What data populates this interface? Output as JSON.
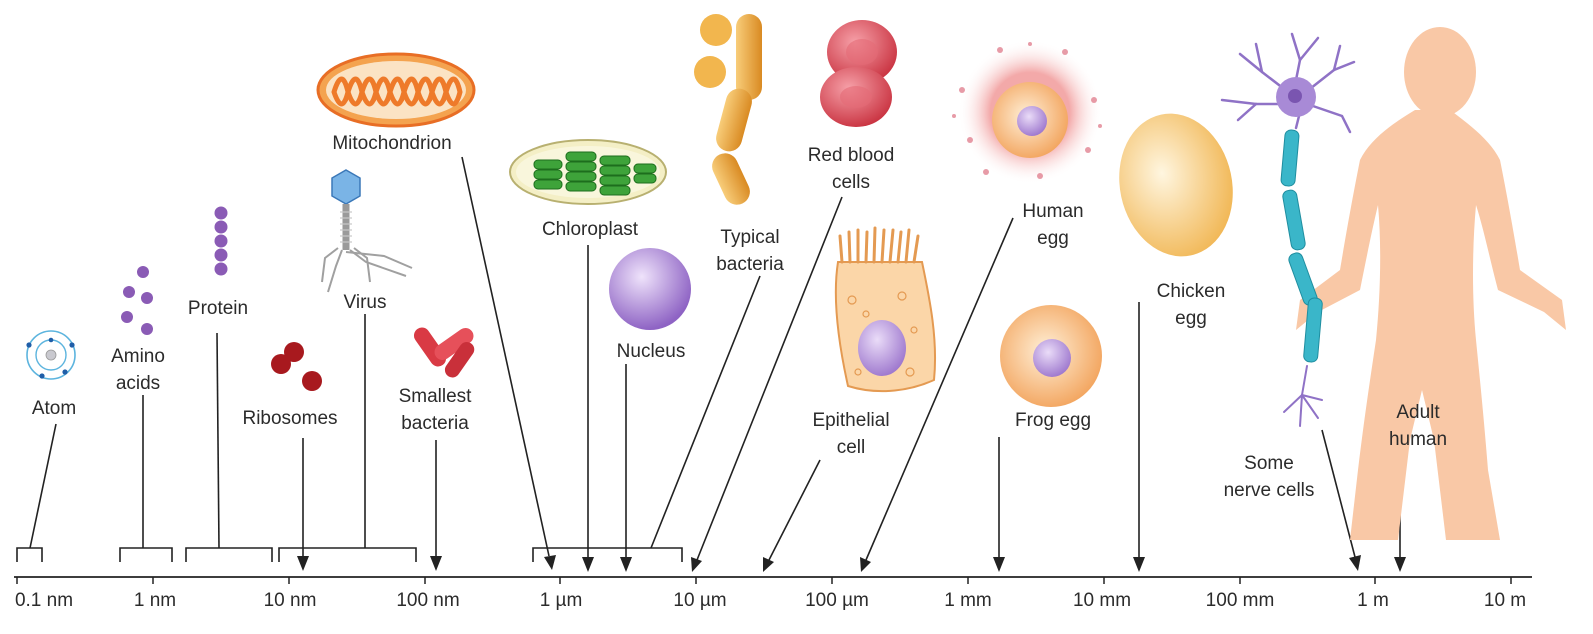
{
  "scale": {
    "ticks": [
      "0.1 nm",
      "1 nm",
      "10 nm",
      "100 nm",
      "1 µm",
      "10 µm",
      "100 µm",
      "1 mm",
      "10 mm",
      "100 mm",
      "1 m",
      "10 m"
    ]
  },
  "items": {
    "atom": "Atom",
    "amino_acids": [
      "Amino",
      "acids"
    ],
    "protein": "Protein",
    "ribosomes": "Ribosomes",
    "virus": "Virus",
    "smallest_bacteria": [
      "Smallest",
      "bacteria"
    ],
    "mitochondrion": "Mitochondrion",
    "chloroplast": "Chloroplast",
    "nucleus": "Nucleus",
    "typical_bacteria": [
      "Typical",
      "bacteria"
    ],
    "red_blood_cells": [
      "Red blood",
      "cells"
    ],
    "epithelial_cell": [
      "Epithelial",
      "cell"
    ],
    "human_egg": [
      "Human",
      "egg"
    ],
    "frog_egg": "Frog egg",
    "chicken_egg": [
      "Chicken",
      "egg"
    ],
    "nerve_cells": [
      "Some",
      "nerve cells"
    ],
    "adult_human": [
      "Adult",
      "human"
    ]
  },
  "colors": {
    "text": "#2b2b2b",
    "axis": "#222222",
    "atom": "#4aa8d8",
    "purple": "#8a5bb5",
    "ribosome": "#a81e22",
    "bacteria_red": "#d9414a",
    "mitochondrion": "#f07a2a",
    "chloroplast": "#3ea33a",
    "nucleus": "#a07ad0",
    "typical_bacteria": "#e8a23a",
    "rbc": "#e04a5a",
    "egg_orange": "#f5b26a",
    "human_egg_halo": "#e07a8a",
    "chicken_egg": "#f6c66a",
    "nerve": "#3ab6c9",
    "nerve_soma": "#9a7acb",
    "human_body": "#f8c6a4"
  }
}
